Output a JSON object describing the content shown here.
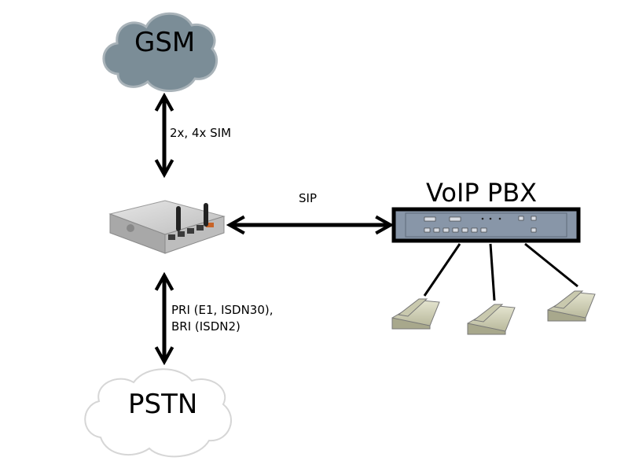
{
  "gsm": {
    "label": "GSM",
    "cloud_color": "#7b8d97"
  },
  "pstn": {
    "label": "PSTN",
    "cloud_color": "#ffffff"
  },
  "voip_pbx": {
    "label": "VoIP PBX",
    "panel_color": "#8896a8"
  },
  "links": {
    "gsm_link": "2x, 4x SIM",
    "sip_link": "SIP",
    "pstn_link_line1": "PRI (E1, ISDN30),",
    "pstn_link_line2": "BRI (ISDN2)"
  },
  "icons": {
    "gateway": "gateway-device-icon",
    "phone": "desk-phone-icon"
  }
}
